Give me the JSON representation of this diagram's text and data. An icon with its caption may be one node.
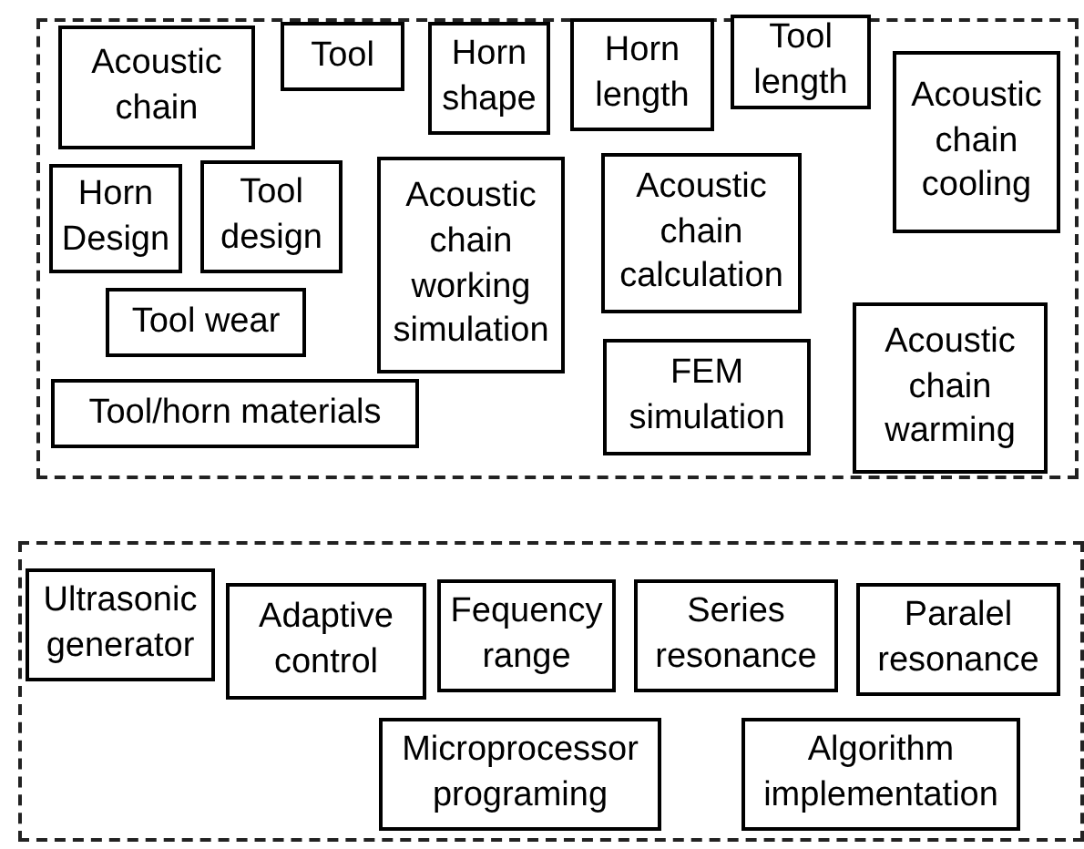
{
  "diagram": {
    "nodes": [
      {
        "text": [],
        "shape": "box"
      },
      {
        "text": [
          "Acoustic chain"
        ],
        "in": 0
      },
      {
        "text": [
          "Tool"
        ],
        "in": 0
      },
      {
        "text": [
          "Horn shape"
        ],
        "in": 0
      },
      {
        "text": [
          "Horn length"
        ],
        "in": 0
      },
      {
        "text": [
          "Tool length"
        ],
        "in": 0
      },
      {
        "text": [
          "Acoustic chain cooling"
        ],
        "in": 0
      },
      {
        "text": [
          "Horn Design"
        ],
        "in": 0
      },
      {
        "text": [
          "Tool design"
        ],
        "in": 0
      },
      {
        "text": [
          "Acoustic chain working simulation"
        ],
        "in": 0
      },
      {
        "text": [
          "Acoustic chain calculation"
        ],
        "in": 0
      },
      {
        "text": [
          "Tool wear"
        ],
        "in": 0
      },
      {
        "text": [
          "Tool/horn materials"
        ],
        "in": 0
      },
      {
        "text": [
          "FEM simulation"
        ],
        "in": 0
      },
      {
        "text": [
          "Acoustic chain warming"
        ],
        "in": 0
      },
      {
        "text": [],
        "shape": "box"
      },
      {
        "text": [
          "Ultrasonic generator"
        ],
        "in": 15
      },
      {
        "text": [
          "Adaptive control"
        ],
        "in": 15
      },
      {
        "text": [
          "Fequency range"
        ],
        "in": 15
      },
      {
        "text": [
          "Series resonance"
        ],
        "in": 15
      },
      {
        "text": [
          "Paralel resonance"
        ],
        "in": 15
      },
      {
        "text": [
          "Microprocessor programing"
        ],
        "in": 15
      },
      {
        "text": [
          "Algorithm implementation"
        ],
        "in": 15
      }
    ]
  }
}
